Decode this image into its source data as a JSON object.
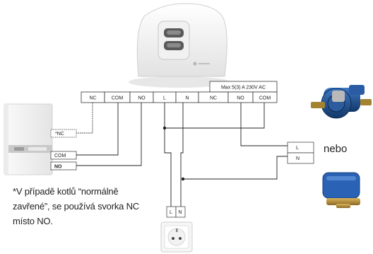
{
  "max_rating": "Max 5(3) A 230V AC",
  "top_terminals": [
    "NC",
    "COM",
    "NO",
    "L",
    "N",
    "NC",
    "NO",
    "COM"
  ],
  "boiler_terminals": [
    "*NC",
    "COM",
    "NO"
  ],
  "pump_terminals": [
    "L",
    "N"
  ],
  "socket_terminals": [
    "L",
    "N"
  ],
  "or_label": "nebo",
  "note_text": "*V případě kotlů “normálně zavřené”, se používá svorka NC místo NO.",
  "colors": {
    "wire": "#222222",
    "boiler_body": "#f2f2f2",
    "pump_blue": "#1f4e8c",
    "valve_blue": "#2a63b5",
    "valve_brass": "#b08a3a"
  },
  "icons": [
    "thermostat-receiver-icon",
    "gas-boiler-icon",
    "circulation-pump-icon",
    "zone-valve-icon",
    "power-socket-icon"
  ]
}
